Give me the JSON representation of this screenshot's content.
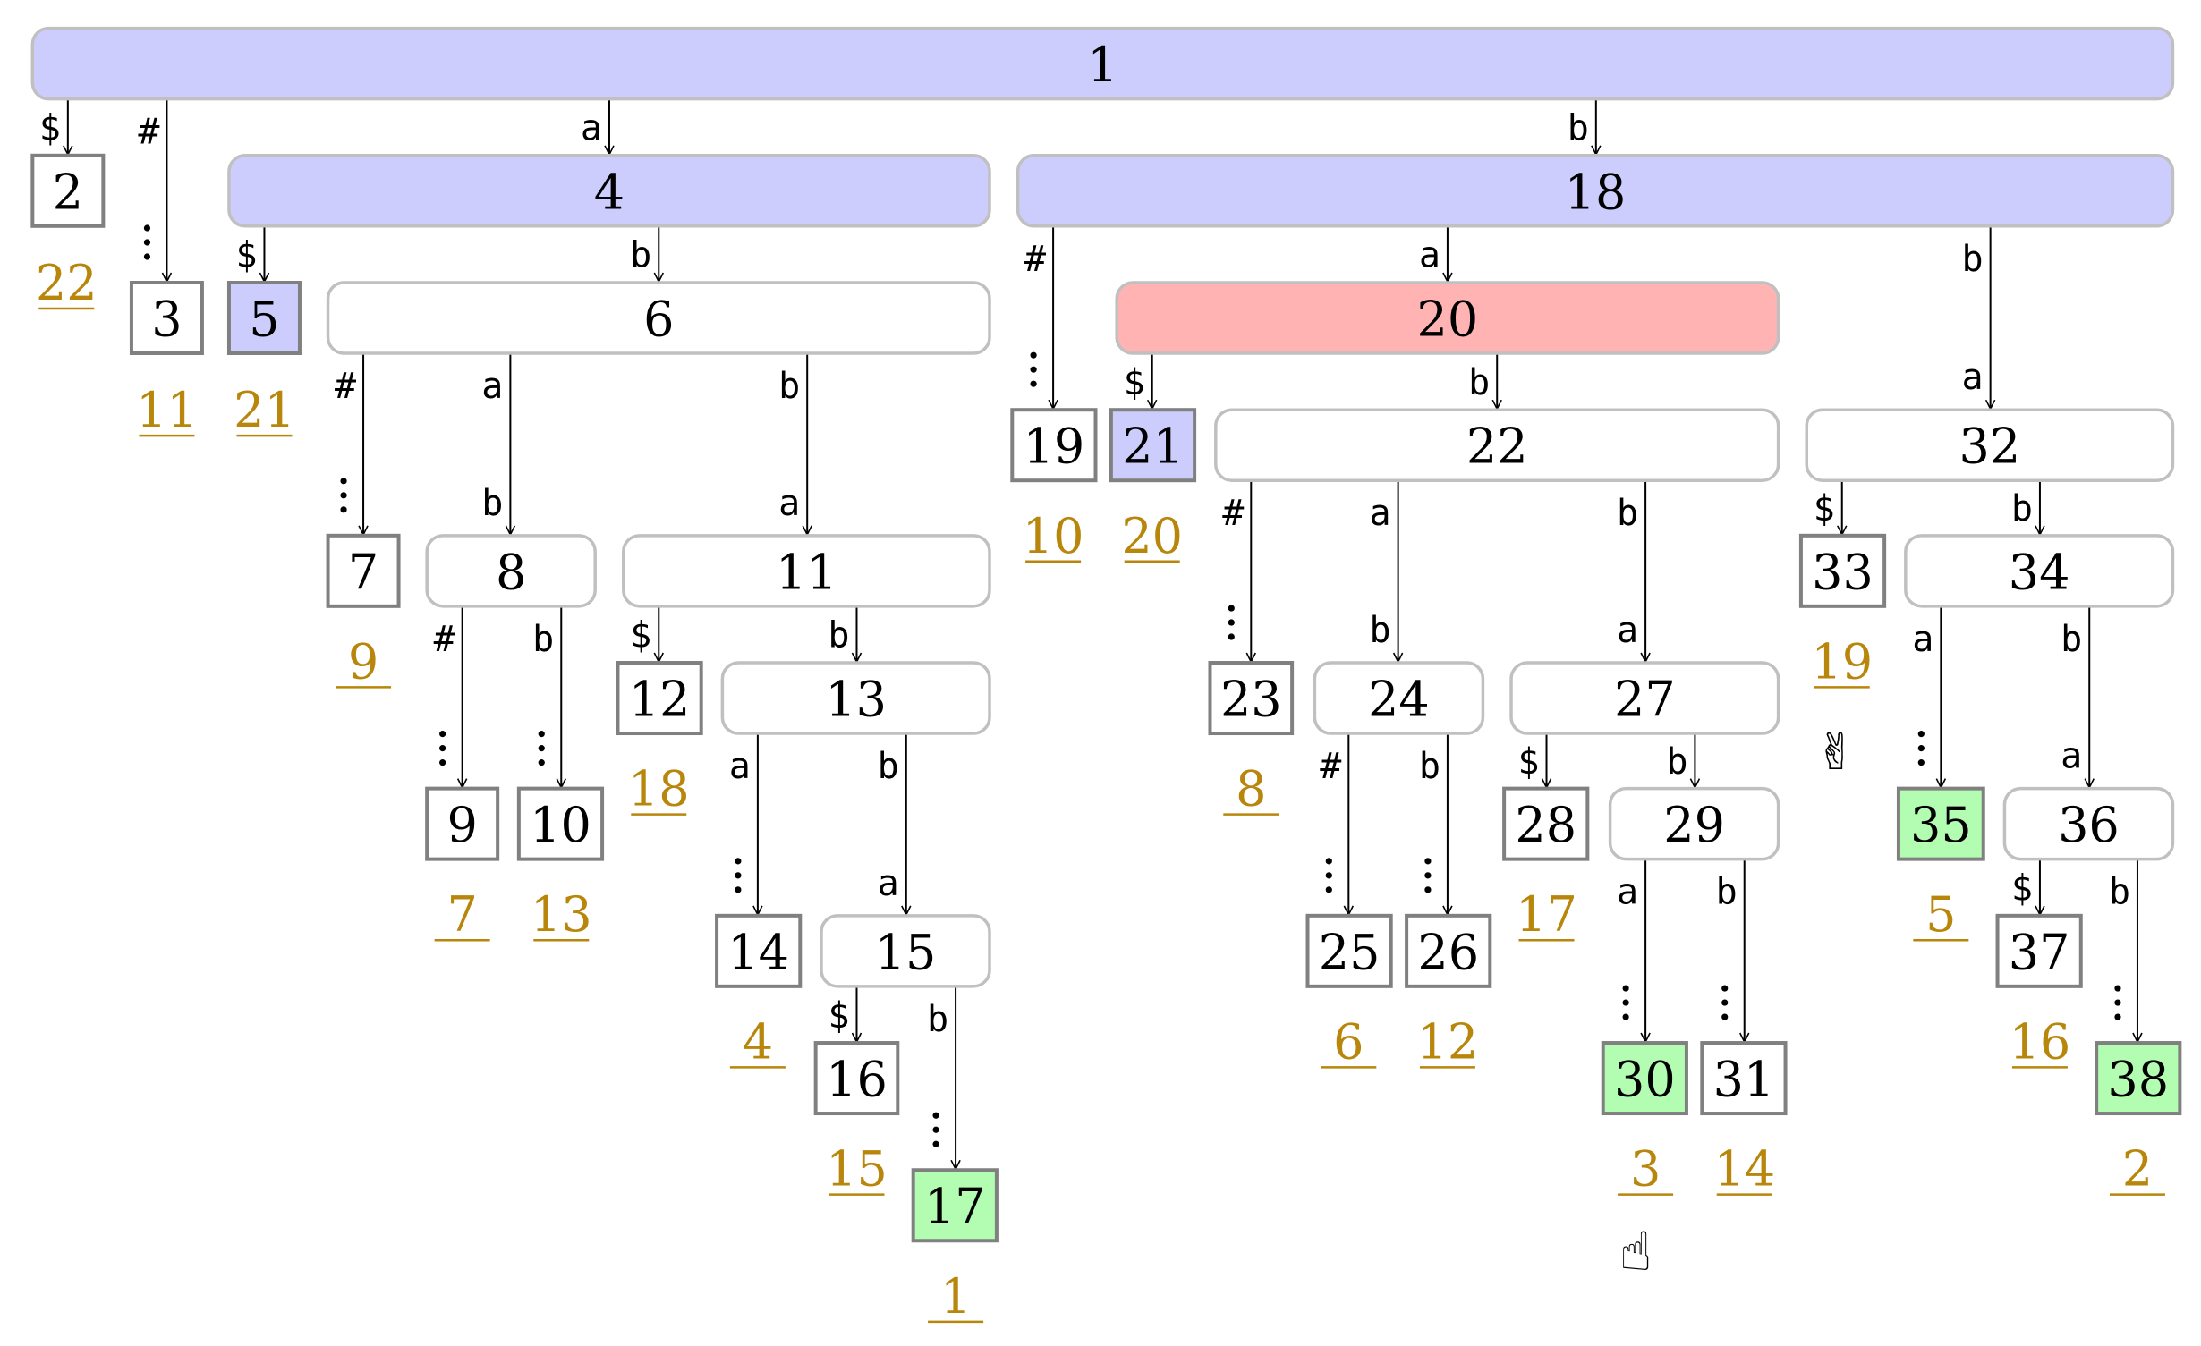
{
  "colors": {
    "blue": "#cccdfd",
    "red": "#ffb3b3",
    "green": "#b3fdb2",
    "white": "#ffffff",
    "leaf_border": "#808080",
    "internal_border": "#c0c0c0",
    "suffix_number": "#b8860b",
    "edge": "#000000"
  },
  "icons": [
    "pointing-hand-cursor-icon",
    "victory-hand-icon"
  ],
  "internal_nodes": [
    {
      "id": "1",
      "fill": "blue"
    },
    {
      "id": "4",
      "fill": "blue"
    },
    {
      "id": "18",
      "fill": "blue"
    },
    {
      "id": "6",
      "fill": "white"
    },
    {
      "id": "20",
      "fill": "red"
    },
    {
      "id": "22",
      "fill": "white"
    },
    {
      "id": "32",
      "fill": "white"
    },
    {
      "id": "8",
      "fill": "white"
    },
    {
      "id": "11",
      "fill": "white"
    },
    {
      "id": "34",
      "fill": "white"
    },
    {
      "id": "13",
      "fill": "white"
    },
    {
      "id": "24",
      "fill": "white"
    },
    {
      "id": "27",
      "fill": "white"
    },
    {
      "id": "29",
      "fill": "white"
    },
    {
      "id": "36",
      "fill": "white"
    },
    {
      "id": "15",
      "fill": "white"
    }
  ],
  "leaves": [
    {
      "id": "2",
      "fill": "white",
      "suffix": "22"
    },
    {
      "id": "3",
      "fill": "white",
      "suffix": "11"
    },
    {
      "id": "5",
      "fill": "blue",
      "suffix": "21"
    },
    {
      "id": "19",
      "fill": "white",
      "suffix": "10"
    },
    {
      "id": "21",
      "fill": "blue",
      "suffix": "20"
    },
    {
      "id": "7",
      "fill": "white",
      "suffix": "9"
    },
    {
      "id": "33",
      "fill": "white",
      "suffix": "19"
    },
    {
      "id": "12",
      "fill": "white",
      "suffix": "18"
    },
    {
      "id": "23",
      "fill": "white",
      "suffix": "8"
    },
    {
      "id": "9",
      "fill": "white",
      "suffix": "7"
    },
    {
      "id": "10",
      "fill": "white",
      "suffix": "13"
    },
    {
      "id": "28",
      "fill": "white",
      "suffix": "17"
    },
    {
      "id": "35",
      "fill": "green",
      "suffix": "5"
    },
    {
      "id": "14",
      "fill": "white",
      "suffix": "4"
    },
    {
      "id": "25",
      "fill": "white",
      "suffix": "6"
    },
    {
      "id": "26",
      "fill": "white",
      "suffix": "12"
    },
    {
      "id": "37",
      "fill": "white",
      "suffix": "16"
    },
    {
      "id": "16",
      "fill": "white",
      "suffix": "15"
    },
    {
      "id": "30",
      "fill": "green",
      "suffix": "3"
    },
    {
      "id": "31",
      "fill": "white",
      "suffix": "14"
    },
    {
      "id": "38",
      "fill": "green",
      "suffix": "2"
    },
    {
      "id": "17",
      "fill": "green",
      "suffix": "1"
    }
  ],
  "edges": [
    {
      "from": "1",
      "to": "2",
      "label": "$",
      "dots": false
    },
    {
      "from": "1",
      "to": "3",
      "label": "#",
      "dots": true
    },
    {
      "from": "1",
      "to": "4",
      "label": "a",
      "dots": false
    },
    {
      "from": "1",
      "to": "18",
      "label": "b",
      "dots": false
    },
    {
      "from": "4",
      "to": "5",
      "label": "$",
      "dots": false
    },
    {
      "from": "4",
      "to": "6",
      "label": "b",
      "dots": false
    },
    {
      "from": "6",
      "to": "7",
      "label": "#",
      "dots": true
    },
    {
      "from": "6",
      "to": "8",
      "label": "a",
      "label2": "b",
      "dots": false
    },
    {
      "from": "6",
      "to": "11",
      "label": "b",
      "label2": "a",
      "dots": false
    },
    {
      "from": "8",
      "to": "9",
      "label": "#",
      "dots": true
    },
    {
      "from": "8",
      "to": "10",
      "label": "b",
      "dots": true
    },
    {
      "from": "11",
      "to": "12",
      "label": "$",
      "dots": false
    },
    {
      "from": "11",
      "to": "13",
      "label": "b",
      "dots": false
    },
    {
      "from": "13",
      "to": "14",
      "label": "a",
      "dots": true
    },
    {
      "from": "13",
      "to": "15",
      "label": "b",
      "label2": "a",
      "dots": false
    },
    {
      "from": "15",
      "to": "16",
      "label": "$",
      "dots": false
    },
    {
      "from": "15",
      "to": "17",
      "label": "b",
      "dots": true
    },
    {
      "from": "18",
      "to": "19",
      "label": "#",
      "dots": true
    },
    {
      "from": "18",
      "to": "20",
      "label": "a",
      "dots": false
    },
    {
      "from": "18",
      "to": "32",
      "label": "b",
      "label2": "a",
      "dots": false
    },
    {
      "from": "20",
      "to": "21",
      "label": "$",
      "dots": false
    },
    {
      "from": "20",
      "to": "22",
      "label": "b",
      "dots": false
    },
    {
      "from": "22",
      "to": "23",
      "label": "#",
      "dots": true
    },
    {
      "from": "22",
      "to": "24",
      "label": "a",
      "label2": "b",
      "dots": false
    },
    {
      "from": "22",
      "to": "27",
      "label": "b",
      "label2": "a",
      "dots": false
    },
    {
      "from": "24",
      "to": "25",
      "label": "#",
      "dots": true
    },
    {
      "from": "24",
      "to": "26",
      "label": "b",
      "dots": true
    },
    {
      "from": "27",
      "to": "28",
      "label": "$",
      "dots": false
    },
    {
      "from": "27",
      "to": "29",
      "label": "b",
      "dots": false
    },
    {
      "from": "29",
      "to": "30",
      "label": "a",
      "dots": true
    },
    {
      "from": "29",
      "to": "31",
      "label": "b",
      "dots": true
    },
    {
      "from": "32",
      "to": "33",
      "label": "$",
      "dots": false
    },
    {
      "from": "32",
      "to": "34",
      "label": "b",
      "dots": false
    },
    {
      "from": "34",
      "to": "35",
      "label": "a",
      "dots": true
    },
    {
      "from": "34",
      "to": "36",
      "label": "b",
      "label2": "a",
      "dots": false
    },
    {
      "from": "36",
      "to": "37",
      "label": "$",
      "dots": false
    },
    {
      "from": "36",
      "to": "38",
      "label": "b",
      "dots": true
    }
  ]
}
